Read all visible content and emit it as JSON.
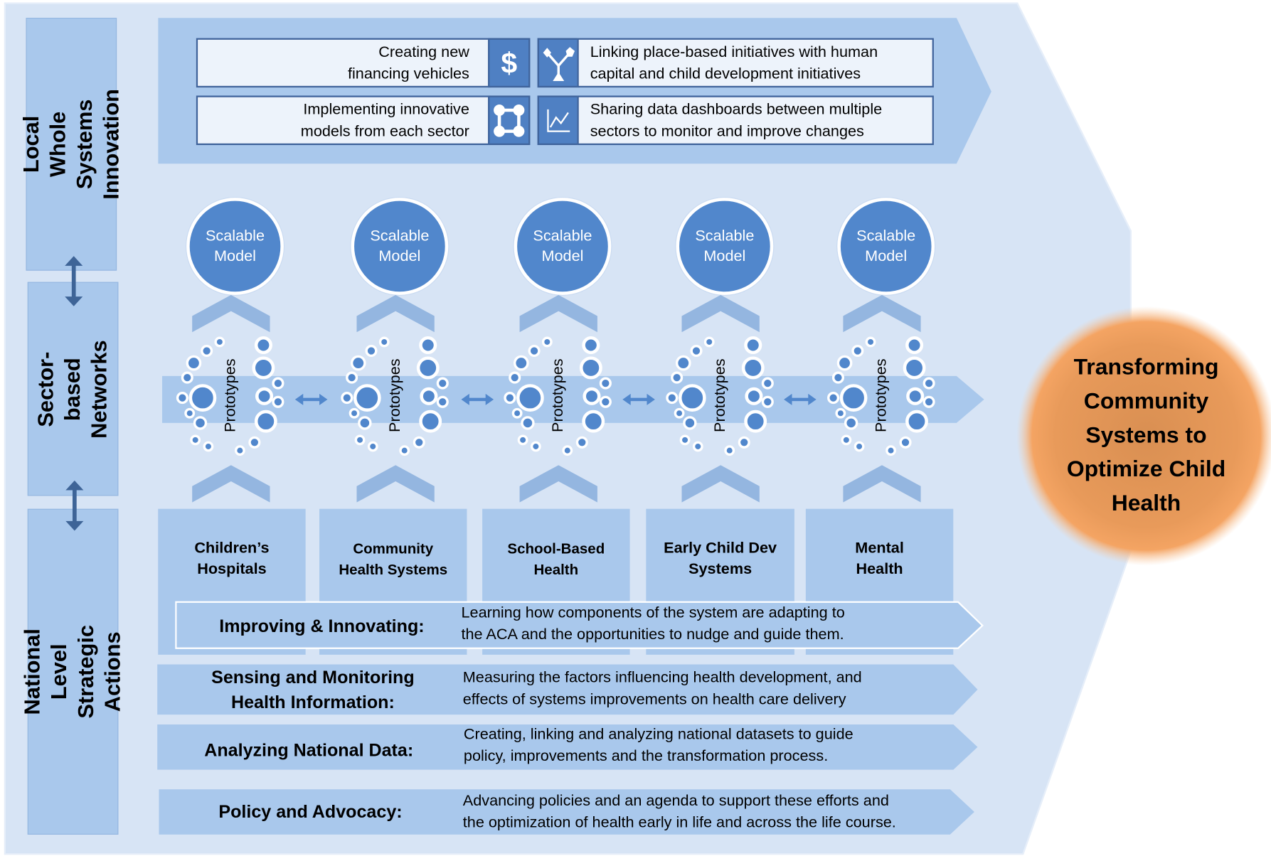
{
  "left_labels": {
    "local": "Local Whole\nSystems Innovation",
    "sector": "Sector-based\nNetworks",
    "national": "National Level\nStrategic Actions"
  },
  "innovations": [
    {
      "text": "Creating new\nfinancing vehicles",
      "icon": "dollar-icon"
    },
    {
      "text": "Linking place-based initiatives with human\ncapital and child development initiatives",
      "icon": "network-icon"
    },
    {
      "text": "Implementing innovative\nmodels from each sector",
      "icon": "cycle-icon"
    },
    {
      "text": "Sharing data dashboards between multiple\nsectors to monitor and improve changes",
      "icon": "line-chart-icon"
    }
  ],
  "model_label": "Scalable\nModel",
  "prototype_label": "Prototypes",
  "sectors": [
    {
      "label": "Children’s\nHospitals"
    },
    {
      "label": "Community\nHealth Systems"
    },
    {
      "label": "School-Based\nHealth"
    },
    {
      "label": "Early Child Dev\nSystems"
    },
    {
      "label": "Mental\nHealth"
    }
  ],
  "actions": [
    {
      "title": "Improving & Innovating:",
      "desc": "Learning how components of the system are adapting to\nthe ACA and the opportunities to nudge and guide them."
    },
    {
      "title": "Sensing and Monitoring\nHealth Information:",
      "desc": "Measuring the factors influencing health development, and\neffects of systems improvements on health care delivery"
    },
    {
      "title": "Analyzing National Data:",
      "desc": "Creating, linking and analyzing national datasets to guide\npolicy, improvements and the transformation process."
    },
    {
      "title": "Policy and Advocacy:",
      "desc": "Advancing policies and an agenda to support these efforts and\nthe optimization of health early in life and across the life course."
    }
  ],
  "outcome": "Transforming\nCommunity\nSystems to\nOptimize Child\nHealth",
  "colors": {
    "band": "#a9c8ec",
    "background": "#d7e4f5",
    "circle": "#5187cc",
    "outcome": "#f0a464",
    "arrow": "#3e6497"
  }
}
